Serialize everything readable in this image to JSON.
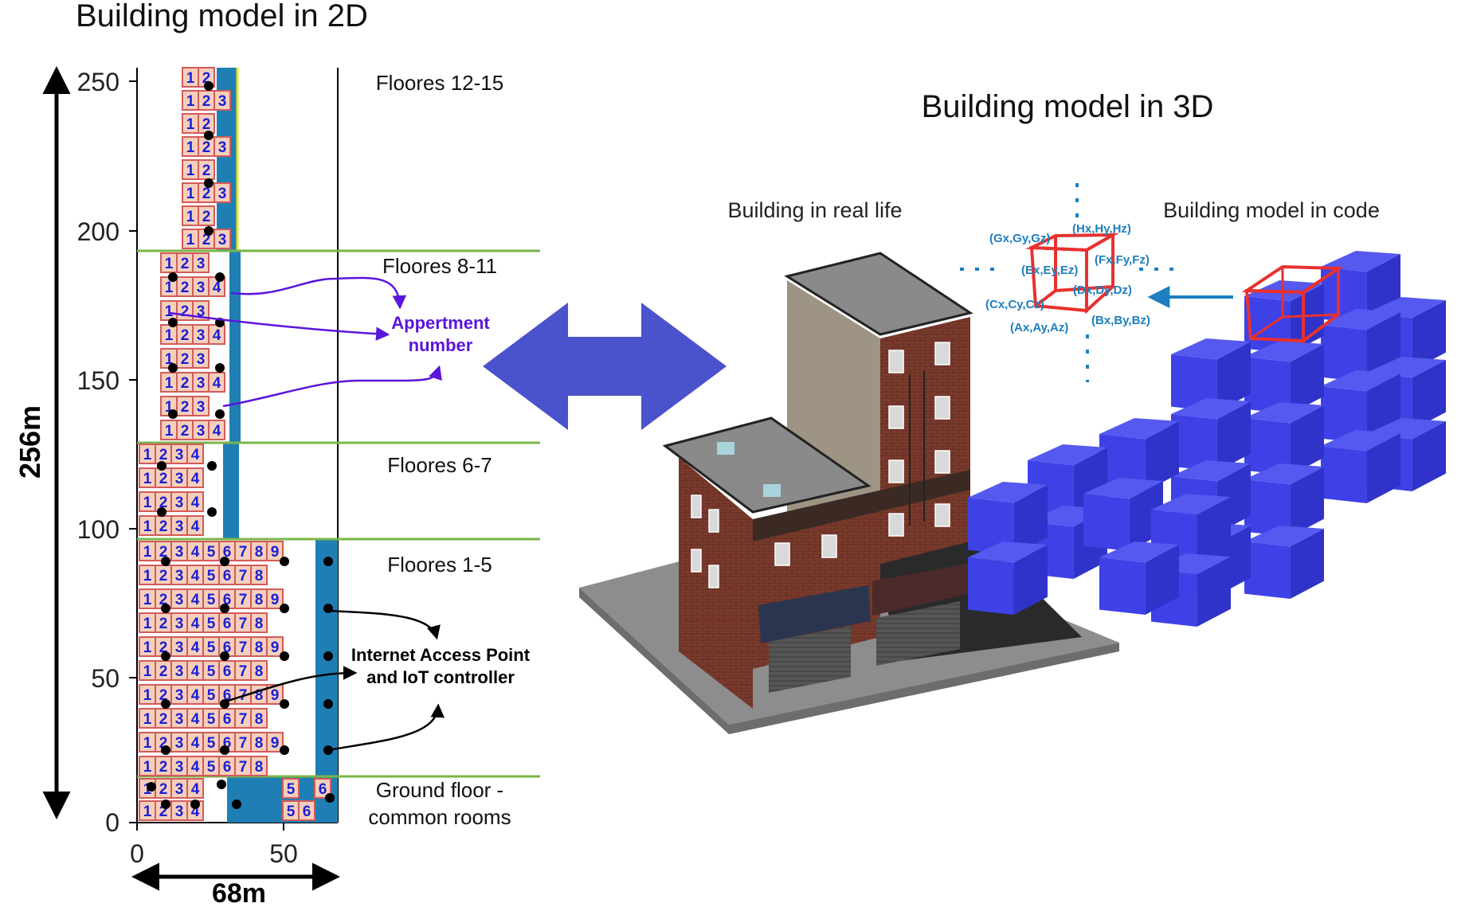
{
  "left_panel": {
    "title": "Building model in 2D",
    "y_ticks": [
      "250",
      "200",
      "150",
      "100",
      "50",
      "0"
    ],
    "x_ticks": [
      "0",
      "50"
    ],
    "height_label": "256m",
    "width_label": "68m",
    "floor_groups": [
      "Floores 12-15",
      "Floores 8-11",
      "Floores 6-7",
      "Floores 1-5"
    ],
    "ground_floor": [
      "Ground floor -",
      "common rooms"
    ],
    "apartment_label": [
      "Appertment",
      "number"
    ],
    "access_point_label": [
      "Internet Access Point",
      "and IoT controller"
    ],
    "apartment_numbers": [
      "1",
      "2",
      "3",
      "4",
      "5",
      "6",
      "7",
      "8",
      "9"
    ],
    "colors": {
      "room_fill": "#f4d0bc",
      "room_border": "#d45a5a",
      "number": "#1d1dd6",
      "water": "#1f7fb5",
      "floor_line": "#7ab648",
      "accent_purple": "#5a14dc"
    }
  },
  "right_panel": {
    "title": "Building model in 3D",
    "real_label": "Building in real life",
    "code_label": "Building model in code",
    "vertex_labels": [
      "(Gx,Gy,Gz)",
      "(Hx,Hy,Hz)",
      "(Ex,Ey,Ez)",
      "(Fx,Fy,Fz)",
      "(Dx,Dy,Dz)",
      "(Cx,Cy,Cz)",
      "(Ax,Ay,Az)",
      "(Bx,By,Bz)"
    ],
    "colors": {
      "arrow": "#4a52cc",
      "cube_face": "#3d41e6",
      "highlight": "#e8312f",
      "vertex_text": "#1d7fbf"
    }
  }
}
